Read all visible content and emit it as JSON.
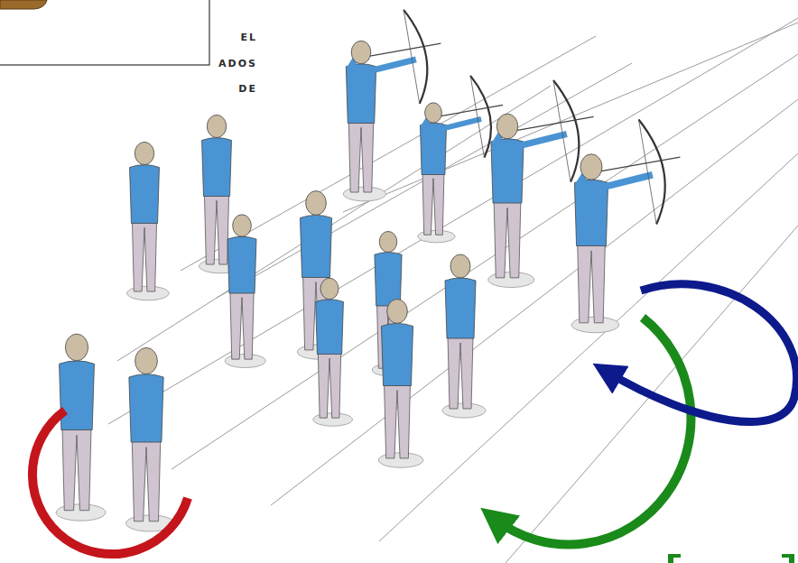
{
  "diagram": {
    "labels": [
      "EL",
      "ADOS",
      "DE"
    ]
  }
}
